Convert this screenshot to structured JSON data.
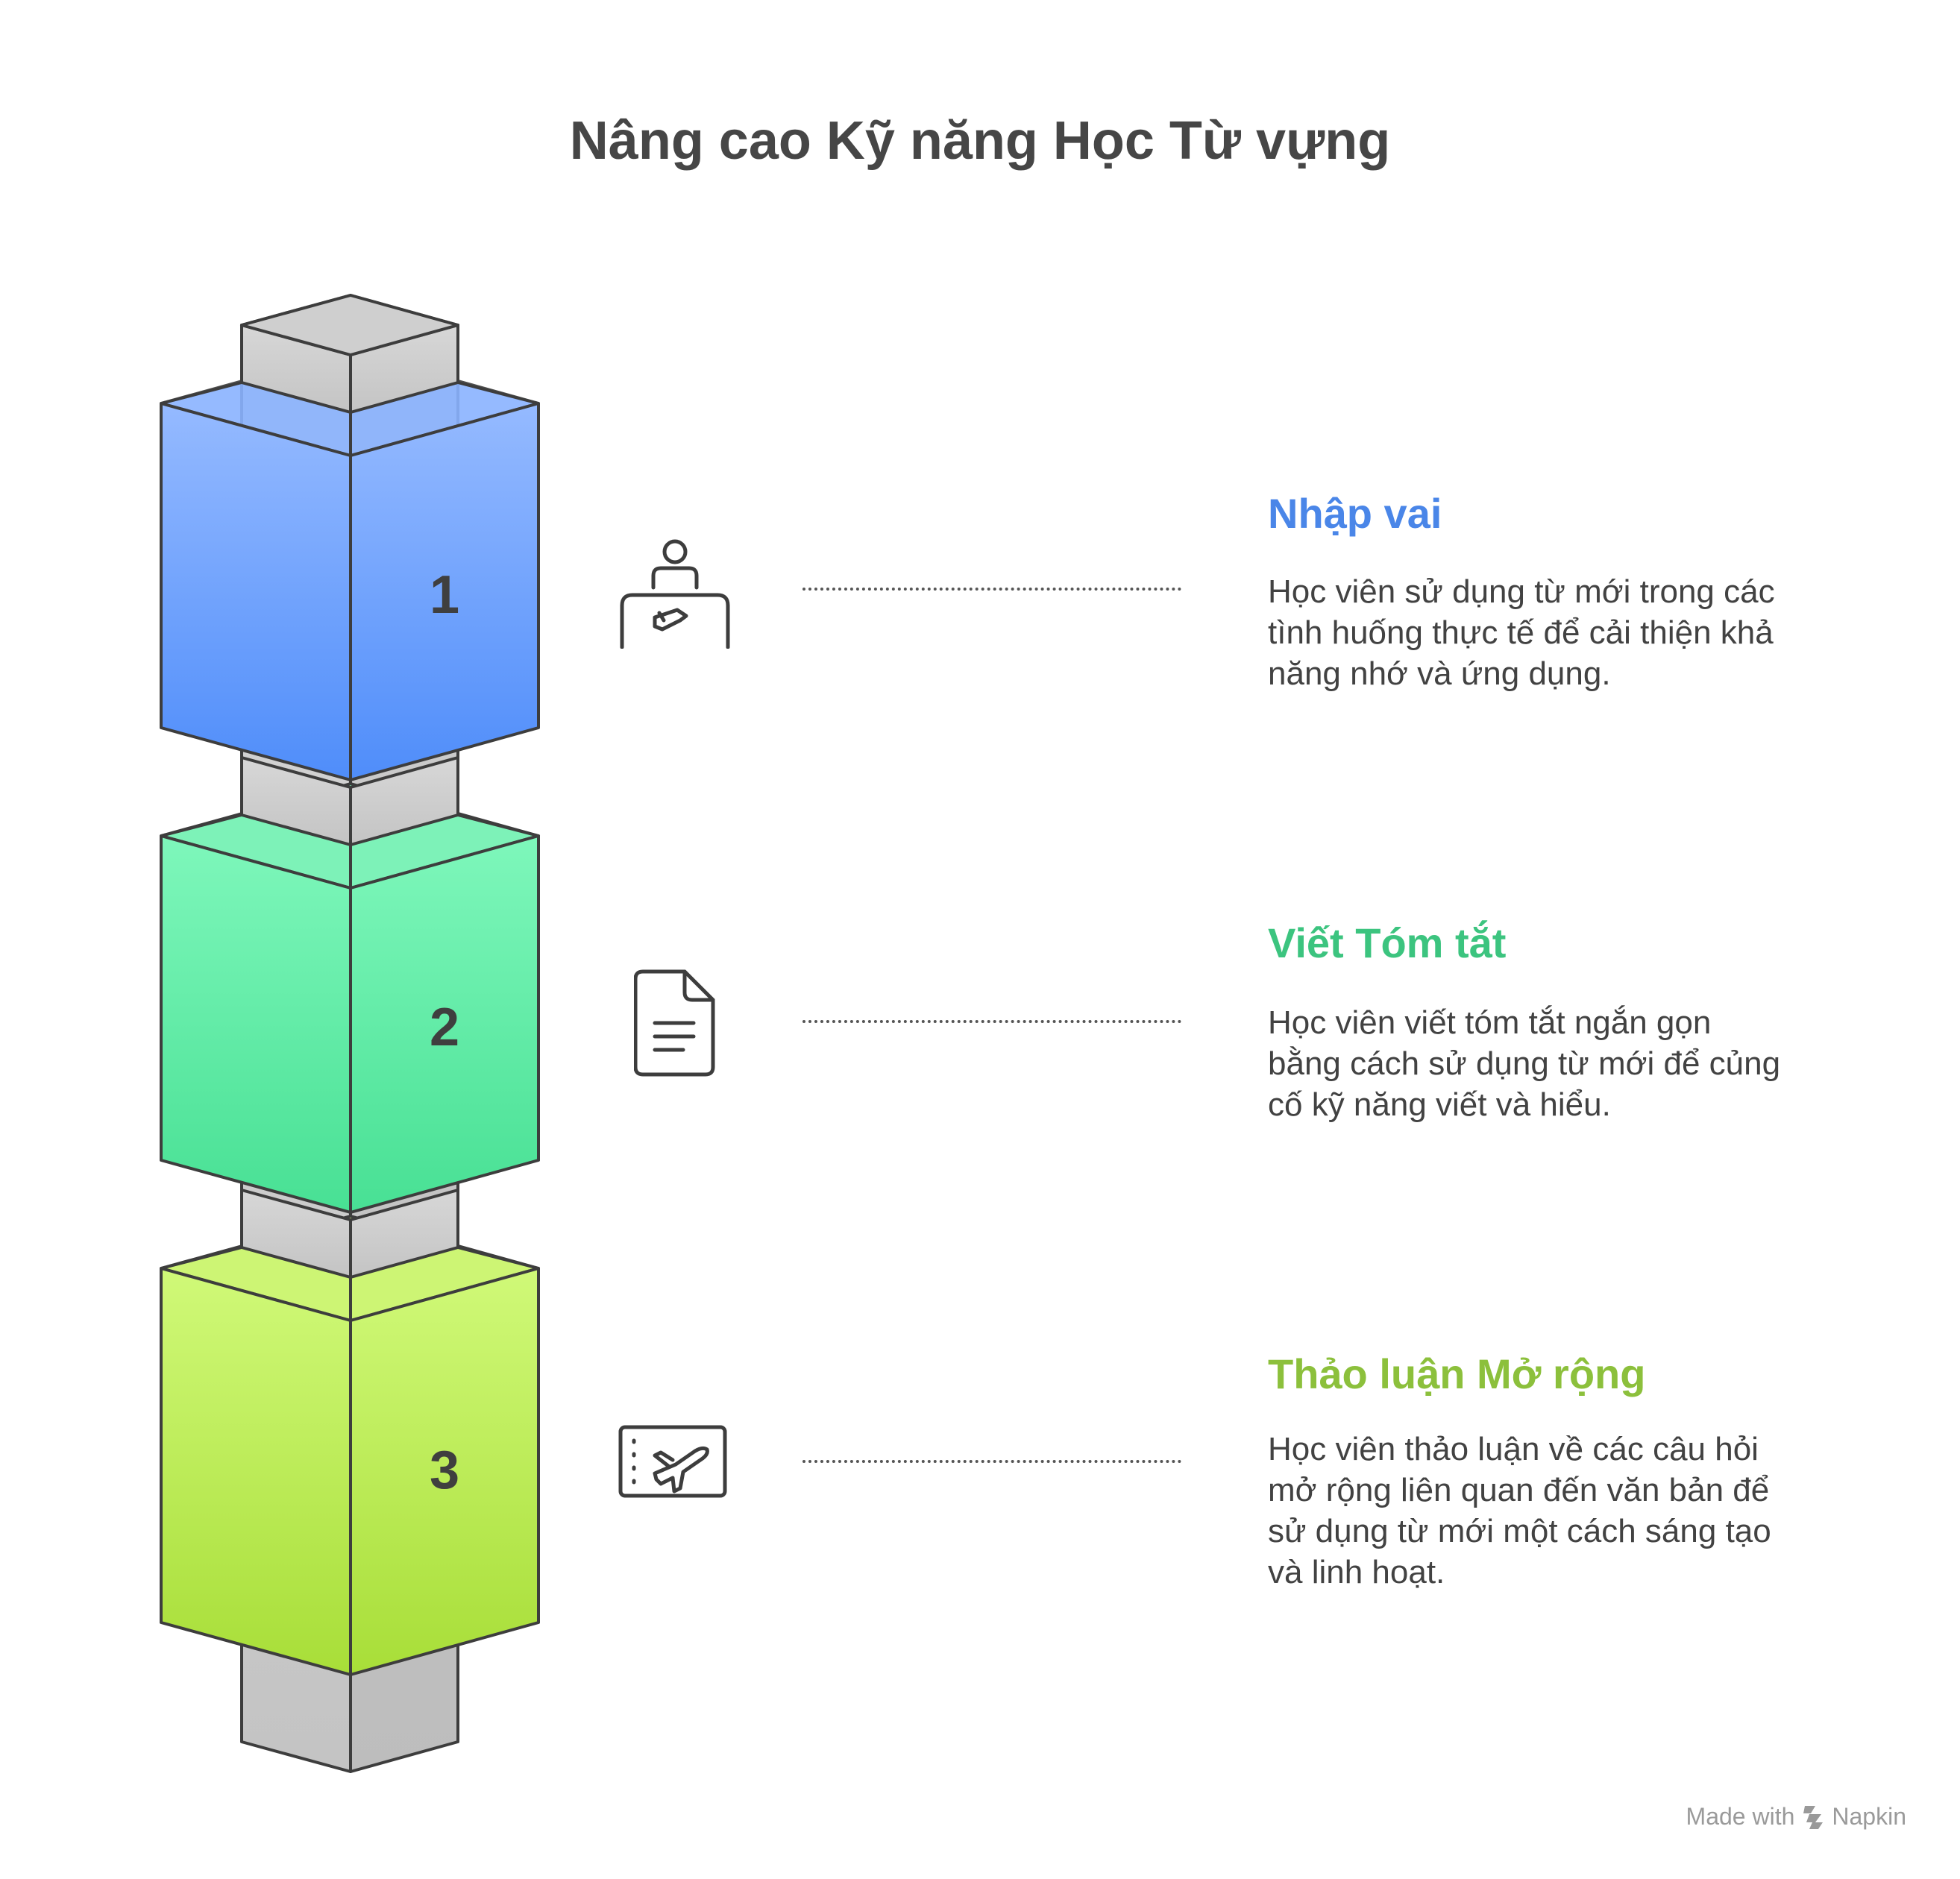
{
  "title": "Nâng cao Kỹ năng Học Từ vựng",
  "colors": {
    "step1": "#4a86e8",
    "step2": "#3cc47f",
    "step3": "#8cc03c",
    "stroke": "#3d3d3d",
    "pillar": "#c8c8c8"
  },
  "steps": [
    {
      "number": "1",
      "title": "Nhập vai",
      "icon": "receptionist-plane-icon",
      "desc_lines": [
        "Học viên sử dụng từ mới trong các",
        "tình huống thực tế để cải thiện khả",
        "năng nhớ và ứng dụng."
      ]
    },
    {
      "number": "2",
      "title": "Viết Tóm tắt",
      "icon": "document-icon",
      "desc_lines": [
        "Học viên viết tóm tắt ngắn gọn",
        "bằng cách sử dụng từ mới để củng",
        "cố kỹ năng viết và hiểu."
      ]
    },
    {
      "number": "3",
      "title": "Thảo luận Mở rộng",
      "icon": "boarding-pass-icon",
      "desc_lines": [
        "Học viên thảo luận về các câu hỏi",
        "mở rộng liên quan đến văn bản để",
        "sử dụng từ mới một cách sáng tạo",
        "và linh hoạt."
      ]
    }
  ],
  "footer": {
    "made_with": "Made with",
    "brand": "Napkin"
  }
}
